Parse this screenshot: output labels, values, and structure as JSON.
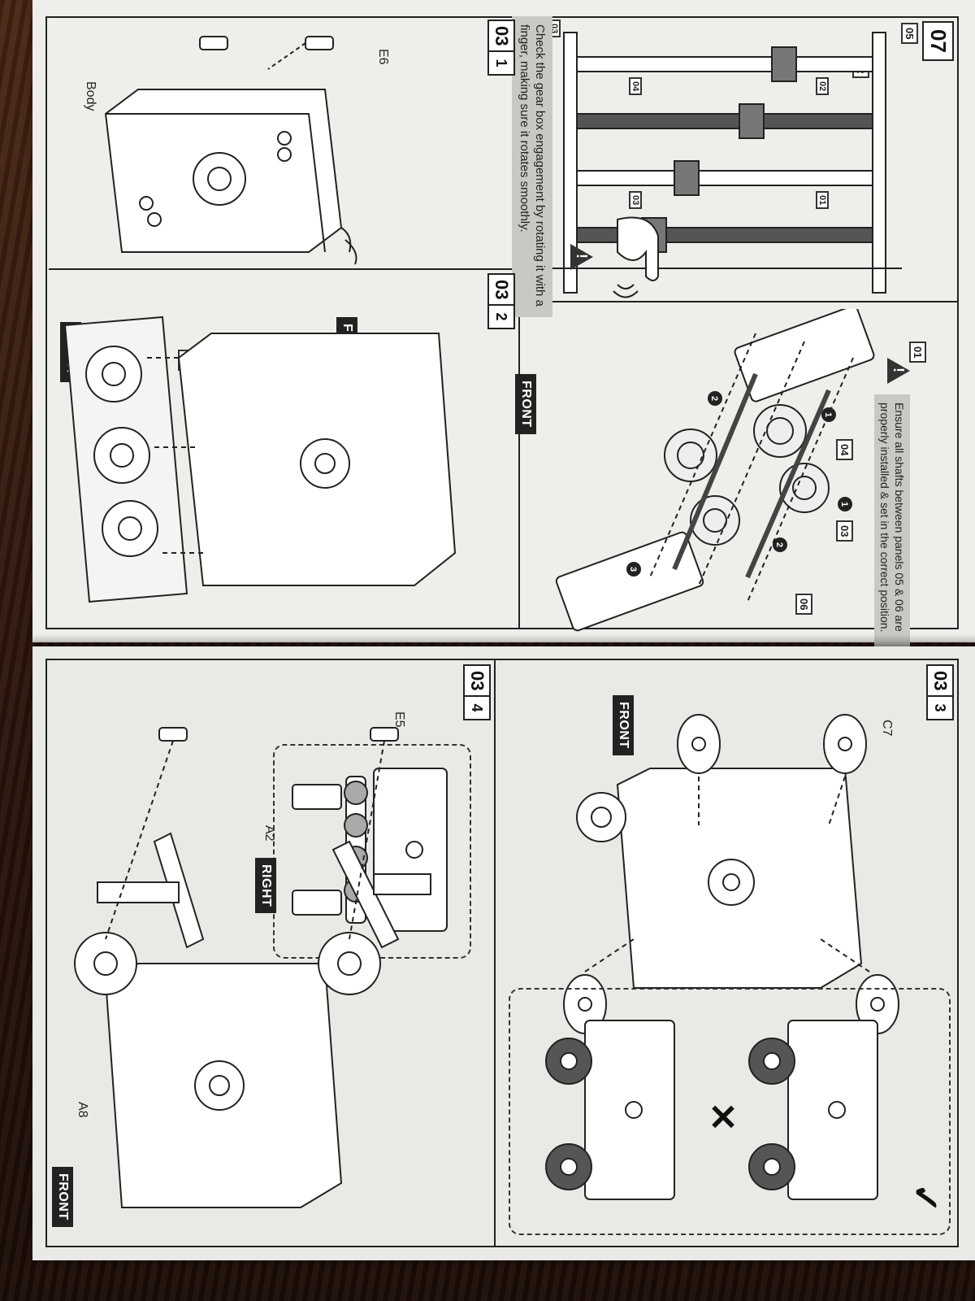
{
  "left_page": {
    "page_number": "07",
    "warning_text": "Ensure all shafts between panels 05 & 06 are properly installed & set in the correct position.",
    "gearbox_check_note": "Check the gear box engagement by rotating it with a finger, making sure it rotates smoothly.",
    "panel_tags": [
      "05",
      "02",
      "01",
      "04",
      "03",
      "06"
    ],
    "shaft_tags": [
      "02",
      "01",
      "04",
      "03",
      "03"
    ],
    "step_1": {
      "major": "03",
      "minor": "1"
    },
    "step_2": {
      "major": "03",
      "minor": "2"
    },
    "front_label": "FRONT",
    "body_label": "Body",
    "e6_label": "E6",
    "panel_07_tag": "07",
    "callouts": [
      "1",
      "2",
      "3"
    ]
  },
  "right_page": {
    "step_3": {
      "major": "03",
      "minor": "3"
    },
    "step_4": {
      "major": "03",
      "minor": "4"
    },
    "front_label": "FRONT",
    "right_label": "RIGHT",
    "c7_label": "C7",
    "e5_label": "E5",
    "a2_label": "A2",
    "a8_label": "A8",
    "correct_mark": "✓",
    "wrong_mark": "✕"
  },
  "colors": {
    "ink": "#222222",
    "paper": "#eeeeea",
    "table": "#3a1f12",
    "note_gray": "#c8c8c4"
  }
}
